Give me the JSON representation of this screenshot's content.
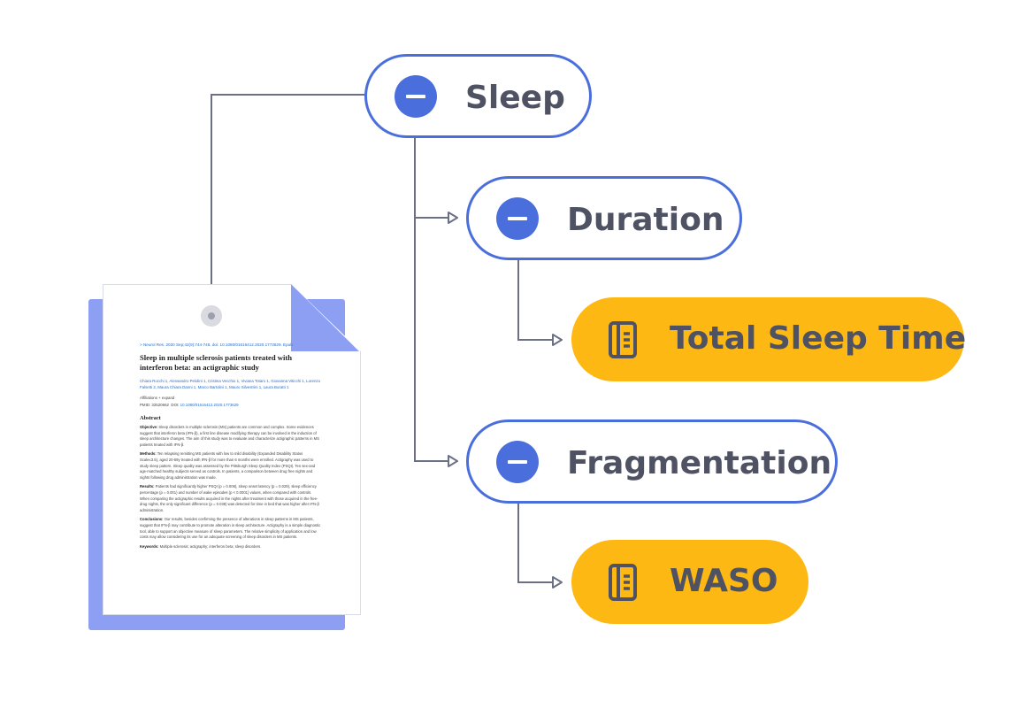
{
  "colors": {
    "connector": "#6b7084",
    "node_border": "#4a6fdc",
    "minus_icon": "#4a6fdc",
    "leaf_fill": "#fdb813",
    "label_text": "#4e5263",
    "document_shadow": "#8c9ff2"
  },
  "nodes": {
    "sleep": {
      "label": "Sleep",
      "icon": "minus-circle-icon"
    },
    "duration": {
      "label": "Duration",
      "icon": "minus-circle-icon"
    },
    "total_sleep_time": {
      "label": "Total Sleep Time",
      "icon": "notebook-icon"
    },
    "fragmentation": {
      "label": "Fragmentation",
      "icon": "minus-circle-icon"
    },
    "waso": {
      "label": "WASO",
      "icon": "notebook-icon"
    }
  },
  "document": {
    "citation": "> Neurol Res. 2020 Sep;42(9):744-746. doi: 10.1080/01616412.2020.1773629. Epub",
    "title": "Sleep in multiple sclerosis patients treated with interferon beta: an actigraphic study",
    "authors": "Chiara Rocchi 1, Alessandro Pelolini 1, Cristina Vecchio 1, Viviana Totaro 1, Giovanna Viticchi 1, Lorenzo Falsetti 2, Maura Chiara Danni 1, Marco Bartolini 1, Mauro Silvestrini 1, Laura Buratti 1",
    "affiliations": "Affiliations + expand",
    "pmid": "PMID: 32520662",
    "doi_label": "DOI:",
    "doi": "10.1080/01616412.2020.1773629",
    "abstract_heading": "Abstract",
    "sections": [
      {
        "label": "Objective:",
        "text": "Sleep disorders in multiple sclerosis (MS) patients are common and complex. Some evidences suggest that interferon beta (IFN-β), a first line disease modifying therapy can be involved in the induction of sleep architecture changes. The aim of this study was to evaluate and characterize actigraphic patterns in MS patients treated with IFN-β."
      },
      {
        "label": "Methods:",
        "text": "Ten relapsing remitting MS patients with low to mild disability (Expanded Disability Status Scale≤3.5), aged 20-59y treated with IFN-β for more than 6 months were enrolled. Actigraphy was used to study sleep pattern. Sleep quality was assessed by the Pittsburgh Sleep Quality Index (PSQI). Ten sex-and age-matched healthy subjects served as controls. In patients, a comparison between drug free nights and nights following drug administration was made."
      },
      {
        "label": "Results:",
        "text": "Patients had significantly higher PSQI (p = 0.006), sleep onset latency (p = 0.029), sleep efficiency percentage (p = 0.001) and number of wake episodes (p < 0.0001) values, when compared with controls. When comparing the actigraphic results acquired in the nights after treatment with those acquired in the free-drug nights, the only significant difference (p = 0.038) was detected for time in bed that was higher after IFN-β administration."
      },
      {
        "label": "Conclusions:",
        "text": "Our results, besides confirming the presence of alterations in sleep patterns in MS patients, suggest that IFN-β may contribute to promote alteration in sleep architecture. Actigraphy is a simple diagnostic tool, able to support an objective measure of sleep parameters. The relative simplicity of application and low costs may allow considering its use for an adequate screening of sleep disorders in MS patients."
      },
      {
        "label": "Keywords:",
        "text": "Multiple sclerosis; actigraphy; interferon beta; sleep disorders."
      }
    ]
  }
}
